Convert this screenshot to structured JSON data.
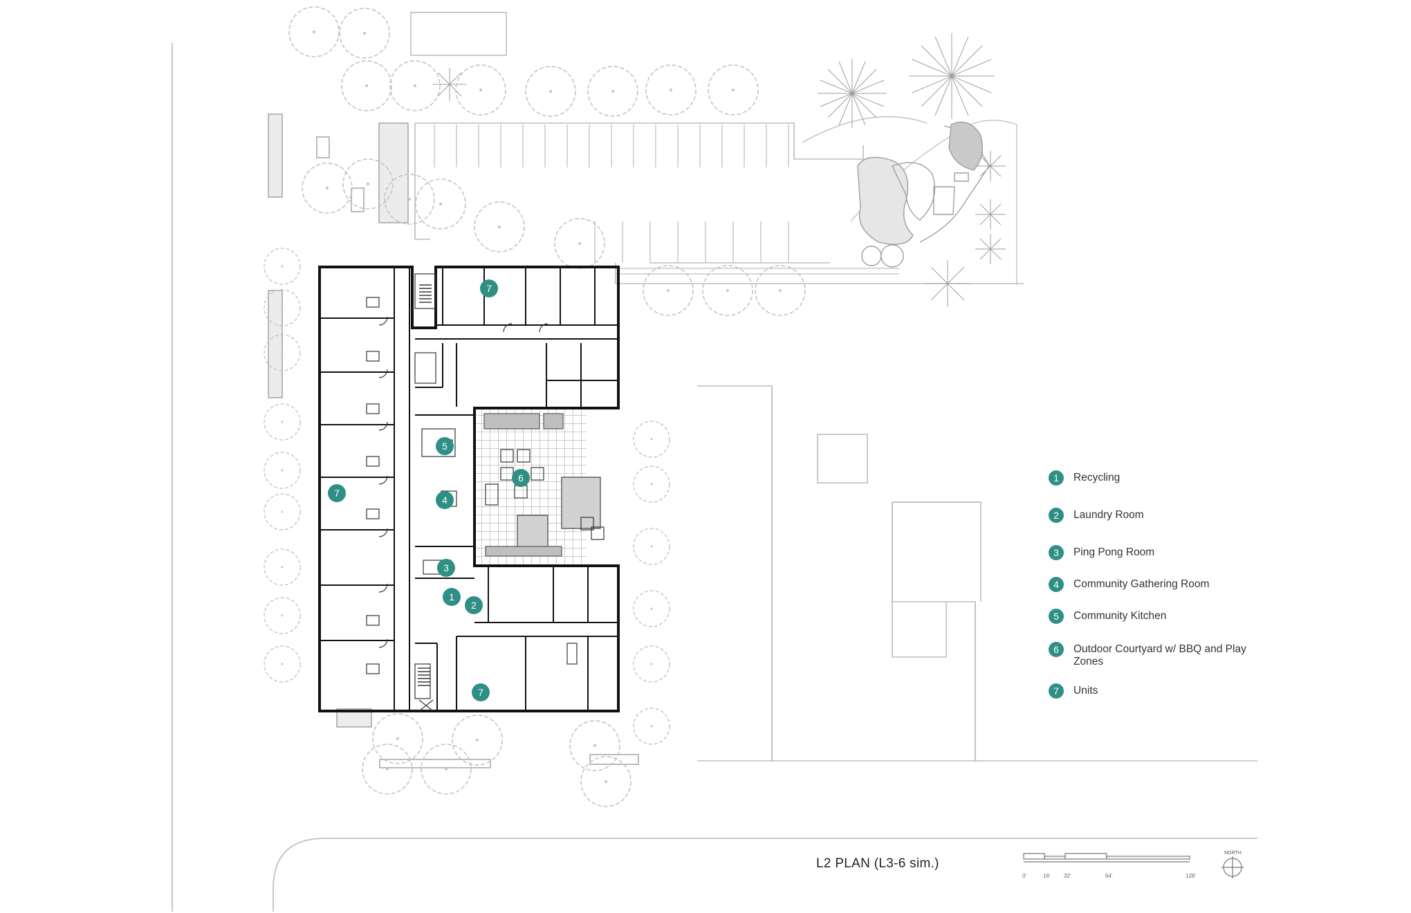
{
  "colors": {
    "accent": "#2f8f84",
    "wall": "#111111",
    "site_line": "#bdbdbd",
    "tree": "#c2c2c2"
  },
  "plan_title": "L2 PLAN (L3-6 sim.)",
  "north_label": "NORTH",
  "scale_labels": [
    "0'",
    "16'",
    "32'",
    "64'",
    "128'"
  ],
  "legend": [
    {
      "num": "1",
      "label": "Recycling"
    },
    {
      "num": "2",
      "label": "Laundry Room"
    },
    {
      "num": "3",
      "label": "Ping Pong Room"
    },
    {
      "num": "4",
      "label": "Community Gathering Room"
    },
    {
      "num": "5",
      "label": "Community Kitchen"
    },
    {
      "num": "6",
      "label": "Outdoor Courtyard w/ BBQ and Play Zones"
    },
    {
      "num": "7",
      "label": "Units"
    }
  ],
  "plan_markers": [
    "7",
    "7",
    "7",
    "5",
    "4",
    "6",
    "3",
    "1",
    "2"
  ]
}
